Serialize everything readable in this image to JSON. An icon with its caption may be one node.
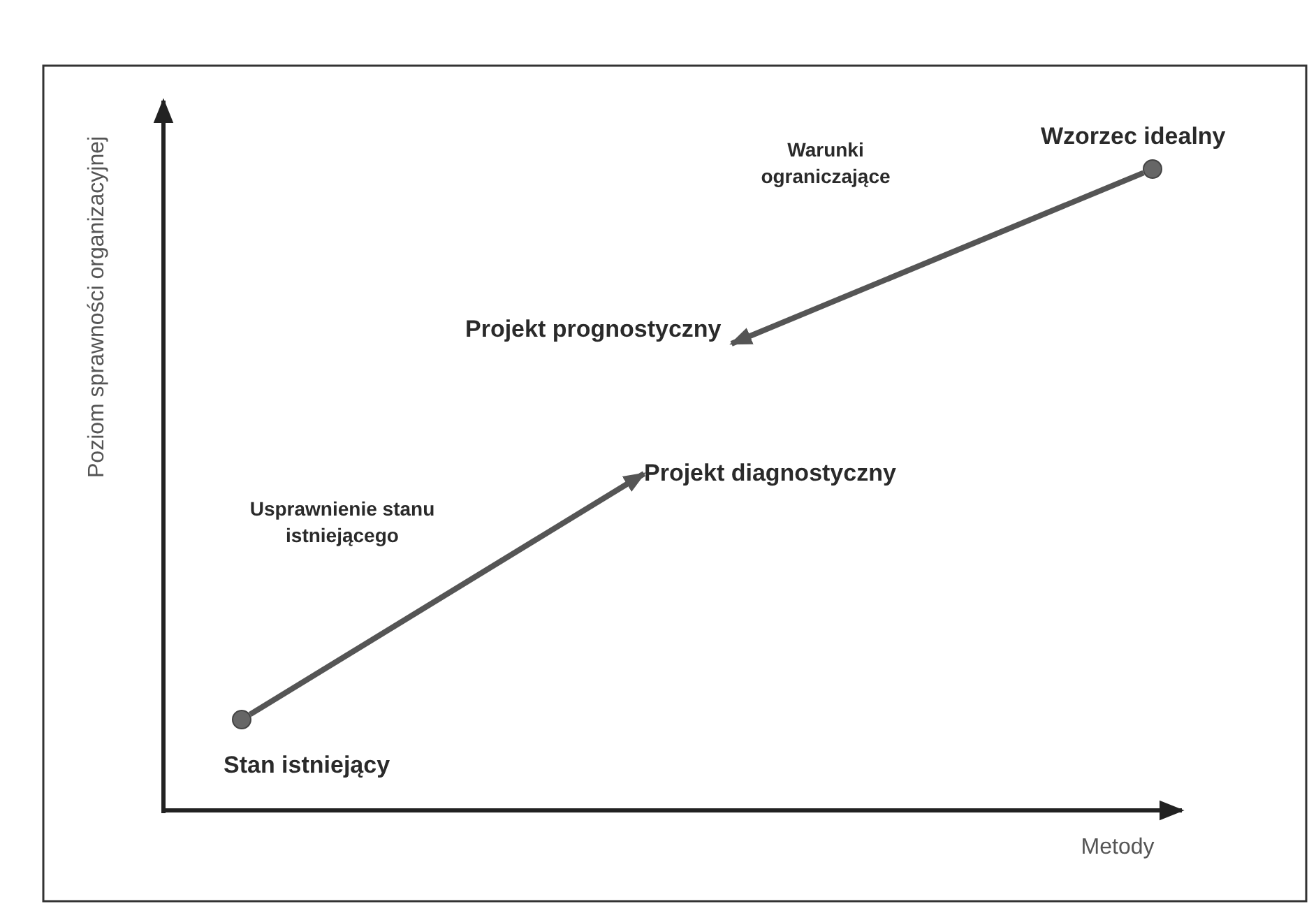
{
  "diagram": {
    "nodes": [
      {
        "text": [],
        "shape": "circle",
        "beside": [
          "Wzorzec idealny"
        ]
      },
      {
        "text": [
          "Projekt prognostyczny"
        ]
      },
      {
        "text": [
          "Projekt diagnostyczny"
        ]
      },
      {
        "text": [],
        "shape": "circle",
        "beside": [
          "Stan istniejący"
        ]
      }
    ],
    "edges": [
      {
        "from": 0,
        "to": 1,
        "arrow": "to",
        "label": "Warunki ograniczające"
      },
      {
        "from": 3,
        "to": 2,
        "arrow": "to",
        "label": "Usprawnienie stanu istniejącego"
      }
    ],
    "labels": [
      "Poziom sprawności organizacyjnej",
      "Metody"
    ]
  }
}
